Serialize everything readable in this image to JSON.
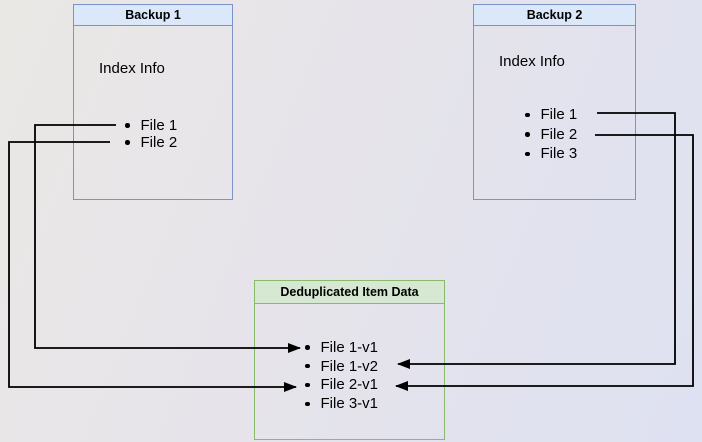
{
  "diagram": {
    "backups": [
      {
        "id": "backup1",
        "title": "Backup 1",
        "subtitle": "Index Info",
        "files": [
          "File 1",
          "File 2"
        ]
      },
      {
        "id": "backup2",
        "title": "Backup 2",
        "subtitle": "Index Info",
        "files": [
          "File 1",
          "File 2",
          "File 3"
        ]
      }
    ],
    "dedup_store": {
      "id": "dedup",
      "title": "Deduplicated Item Data",
      "items": [
        "File 1-v1",
        "File 1-v2",
        "File 2-v1",
        "File 3-v1"
      ]
    },
    "connections": [
      {
        "id": "backup1-file1-to-file1-v1",
        "from": "Backup 1 / File 1",
        "to": "File 1-v1"
      },
      {
        "id": "backup1-file2-to-file2-v1",
        "from": "Backup 1 / File 2",
        "to": "File 2-v1"
      },
      {
        "id": "backup2-file1-to-file1-v2",
        "from": "Backup 2 / File 1",
        "to": "File 1-v2"
      },
      {
        "id": "backup2-file2-to-file2-v1",
        "from": "Backup 2 / File 2",
        "to": "File 2-v1"
      }
    ],
    "colors": {
      "blue_header_fill": "#dbe8fa",
      "blue_border": "#7b93c8",
      "green_header_fill": "#d7e8d2",
      "green_border": "#86bb69",
      "connector": "#000000",
      "background_start": "#eae8e5",
      "background_end": "#dee1f2",
      "text": "#000000"
    }
  }
}
